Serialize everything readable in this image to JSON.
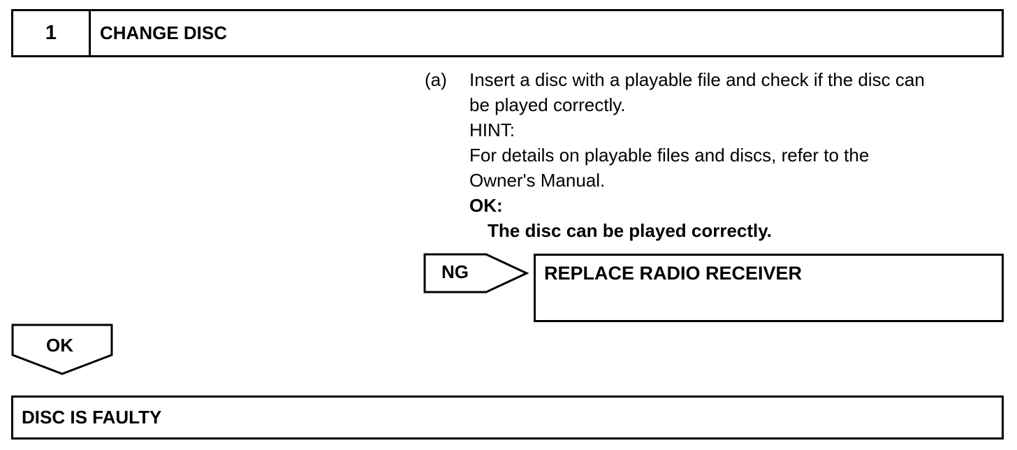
{
  "step": {
    "number": "1",
    "title": "CHANGE DISC"
  },
  "procedure": {
    "marker": "(a)",
    "lines": [
      "Insert a disc with a playable file and check if the disc can",
      "be played correctly.",
      "HINT:",
      "For details on playable files and discs, refer to the",
      "Owner's Manual."
    ],
    "ok_heading": "OK:",
    "ok_criteria": "The disc can be played correctly."
  },
  "ng_branch": {
    "tag": "NG",
    "action": "REPLACE RADIO RECEIVER"
  },
  "ok_branch": {
    "tag": "OK"
  },
  "result": {
    "text": "DISC IS FAULTY"
  }
}
